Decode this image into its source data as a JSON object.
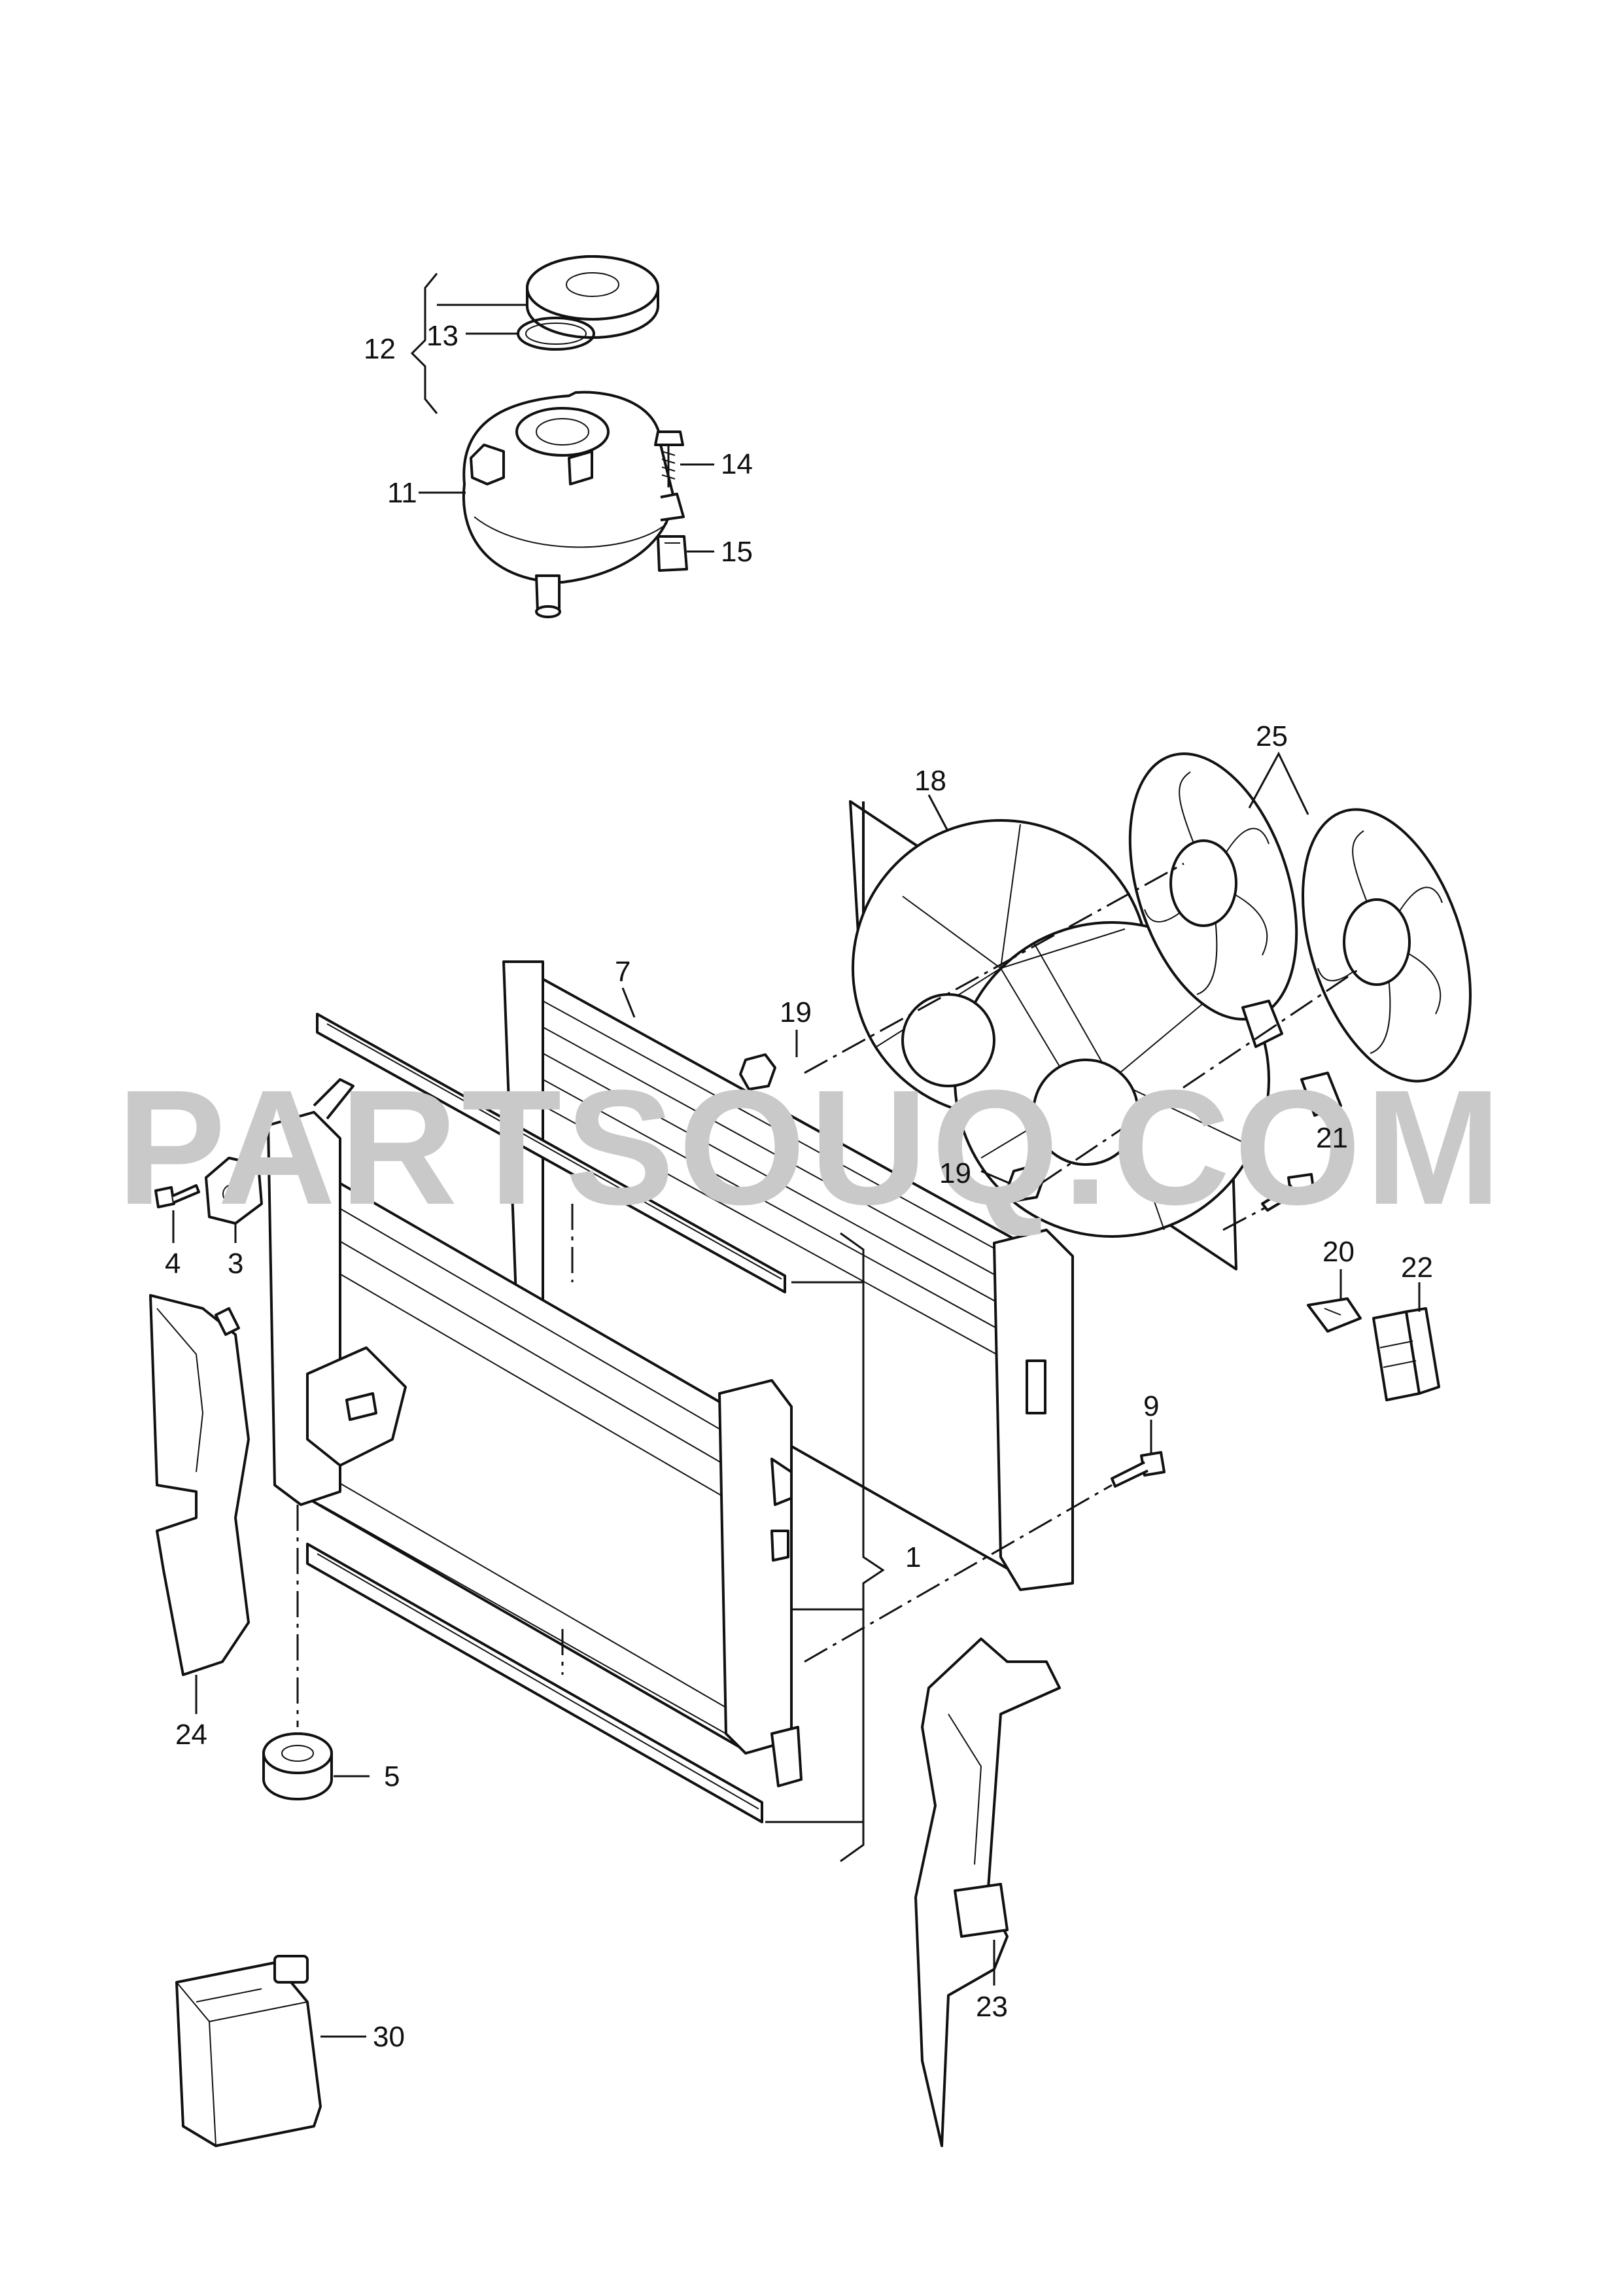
{
  "watermark": "PARTSOUQ.COM",
  "labels": {
    "p1": "1",
    "p3": "3",
    "p4": "4",
    "p5": "5",
    "p7": "7",
    "p9": "9",
    "p11": "11",
    "p12": "12",
    "p13": "13",
    "p14": "14",
    "p15": "15",
    "p18": "18",
    "p19a": "19",
    "p19b": "19",
    "p20": "20",
    "p21": "21",
    "p22": "22",
    "p23": "23",
    "p24": "24",
    "p25": "25",
    "p30": "30"
  }
}
